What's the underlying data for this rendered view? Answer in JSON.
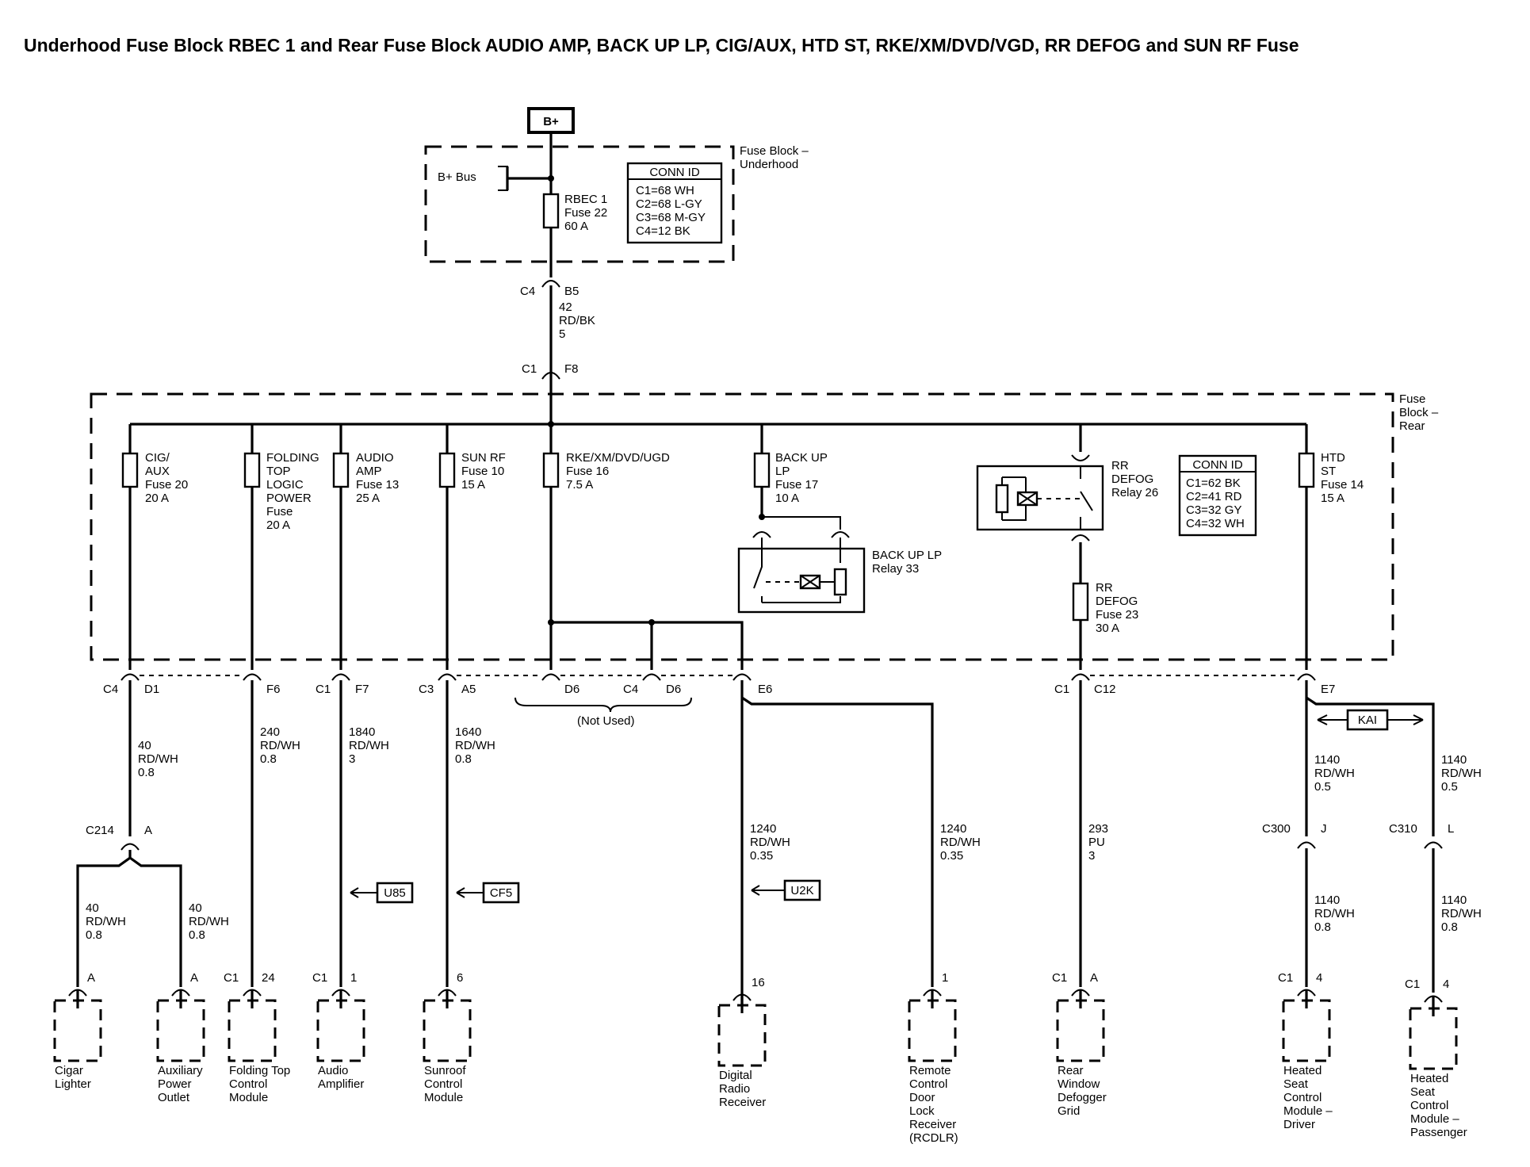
{
  "title": "Underhood Fuse Block RBEC 1 and Rear Fuse Block AUDIO AMP, BACK UP LP, CIG/AUX, HTD ST, RKE/XM/DVD/VGD, RR DEFOG and SUN RF Fuse",
  "power_source": "B+",
  "underhood_block": {
    "label": [
      "Fuse Block –",
      "Underhood"
    ],
    "bus_label": "B+ Bus",
    "fuse": [
      "RBEC 1",
      "Fuse 22",
      "60 A"
    ],
    "conn_id_title": "CONN ID",
    "conn_id": [
      "C1=68 WH",
      "C2=68 L-GY",
      "C3=68 M-GY",
      "C4=12 BK"
    ]
  },
  "feed_wire": {
    "top_connector": "C4",
    "top_pin": "B5",
    "wire": [
      "42",
      "RD/BK",
      "5"
    ],
    "bottom_connector": "C1",
    "bottom_pin": "F8"
  },
  "rear_block": {
    "label": [
      "Fuse",
      "Block –",
      "Rear"
    ],
    "conn_id_title": "CONN ID",
    "conn_id": [
      "C1=62 BK",
      "C2=41 RD",
      "C3=32 GY",
      "C4=32 WH"
    ],
    "fuses": {
      "cig_aux": [
        "CIG/",
        "AUX",
        "Fuse 20",
        "20 A"
      ],
      "folding_top": [
        "FOLDING",
        "TOP",
        "LOGIC",
        "POWER",
        "Fuse",
        "20 A"
      ],
      "audio_amp": [
        "AUDIO",
        "AMP",
        "Fuse 13",
        "25 A"
      ],
      "sun_rf": [
        "SUN RF",
        "Fuse 10",
        "15 A"
      ],
      "rke": [
        "RKE/XM/DVD/UGD",
        "Fuse 16",
        "7.5 A"
      ],
      "back_up_lp": [
        "BACK UP",
        "LP",
        "Fuse 17",
        "10 A"
      ],
      "rr_defog": [
        "RR",
        "DEFOG",
        "Fuse 23",
        "30 A"
      ],
      "htd_st": [
        "HTD",
        "ST",
        "Fuse 14",
        "15 A"
      ]
    },
    "relays": {
      "back_up_lp": [
        "BACK UP LP",
        "Relay 33"
      ],
      "rr_defog": [
        "RR",
        "DEFOG",
        "Relay 26"
      ]
    }
  },
  "connectors": {
    "c4": "C4",
    "d1": "D1",
    "f6": "F6",
    "c1_f7": "C1",
    "f7": "F7",
    "c3": "C3",
    "a5": "A5",
    "d6_a": "D6",
    "c4_b": "C4",
    "d6_b": "D6",
    "e6": "E6",
    "c1_c12": "C1",
    "c12": "C12",
    "e7": "E7",
    "not_used": "(Not Used)"
  },
  "wires": {
    "cig": [
      "40",
      "RD/WH",
      "0.8"
    ],
    "folding": [
      "240",
      "RD/WH",
      "0.8"
    ],
    "audio": [
      "1840",
      "RD/WH",
      "3"
    ],
    "sunroof": [
      "1640",
      "RD/WH",
      "0.8"
    ],
    "digital_radio": [
      "1240",
      "RD/WH",
      "0.35"
    ],
    "rcdlr": [
      "1240",
      "RD/WH",
      "0.35"
    ],
    "defog": [
      "293",
      "PU",
      "3"
    ],
    "htd_driver_upper": [
      "1140",
      "RD/WH",
      "0.5"
    ],
    "htd_pass_upper": [
      "1140",
      "RD/WH",
      "0.5"
    ],
    "cig_branch": [
      "40",
      "RD/WH",
      "0.8"
    ],
    "aux_branch": [
      "40",
      "RD/WH",
      "0.8"
    ],
    "htd_driver_lower": [
      "1140",
      "RD/WH",
      "0.8"
    ],
    "htd_pass_lower": [
      "1140",
      "RD/WH",
      "0.8"
    ]
  },
  "splice_connectors": {
    "c214": "C214",
    "c214_pin": "A",
    "c300": "C300",
    "c300_pin": "J",
    "c310": "C310",
    "c310_pin": "L"
  },
  "references": {
    "u85": "U85",
    "cf5": "CF5",
    "u2k": "U2K",
    "kai": "KAI"
  },
  "components": [
    {
      "pin": "A",
      "conn": "",
      "name": [
        "Cigar",
        "Lighter"
      ]
    },
    {
      "pin": "A",
      "conn": "",
      "name": [
        "Auxiliary",
        "Power",
        "Outlet"
      ]
    },
    {
      "pin": "24",
      "conn": "C1",
      "name": [
        "Folding Top",
        "Control",
        "Module"
      ]
    },
    {
      "pin": "1",
      "conn": "C1",
      "name": [
        "Audio",
        "Amplifier"
      ]
    },
    {
      "pin": "6",
      "conn": "",
      "name": [
        "Sunroof",
        "Control",
        "Module"
      ]
    },
    {
      "pin": "16",
      "conn": "",
      "name": [
        "Digital",
        "Radio",
        "Receiver"
      ]
    },
    {
      "pin": "1",
      "conn": "",
      "name": [
        "Remote",
        "Control",
        "Door",
        "Lock",
        "Receiver",
        "(RCDLR)"
      ]
    },
    {
      "pin": "A",
      "conn": "C1",
      "name": [
        "Rear",
        "Window",
        "Defogger",
        "Grid"
      ]
    },
    {
      "pin": "4",
      "conn": "C1",
      "name": [
        "Heated",
        "Seat",
        "Control",
        "Module –",
        "Driver"
      ]
    },
    {
      "pin": "4",
      "conn": "C1",
      "name": [
        "Heated",
        "Seat",
        "Control",
        "Module –",
        "Passenger"
      ]
    }
  ]
}
